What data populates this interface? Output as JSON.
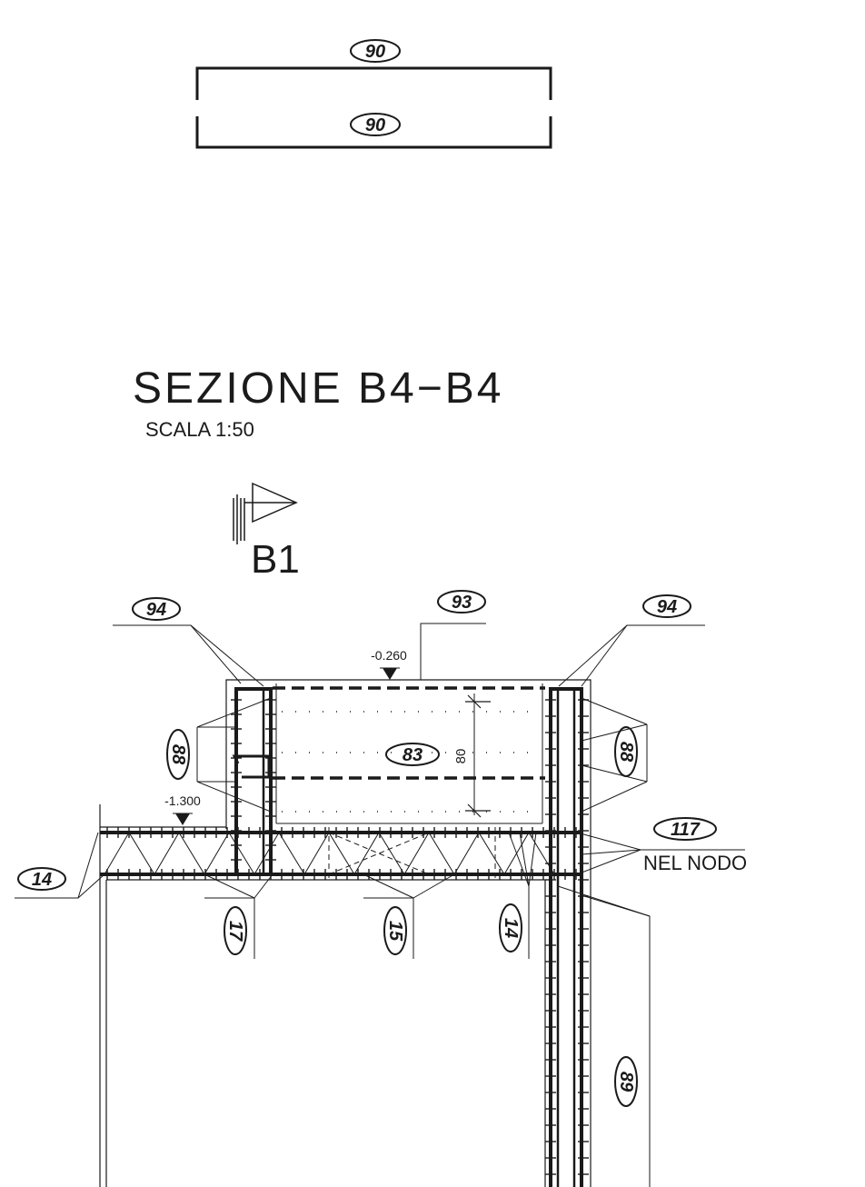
{
  "title": "SEZIONE B4−B4",
  "scale": "SCALA 1:50",
  "section_reference": "B1",
  "marks": {
    "top_detail_upper": "90",
    "top_detail_lower": "90",
    "left_top": "94",
    "top_center": "93",
    "right_top": "94",
    "left_side": "88",
    "center": "83",
    "right_side": "88",
    "right_mid": "117",
    "left_bottom": "14",
    "bottom_1": "17",
    "bottom_2": "15",
    "bottom_3": "14",
    "right_bottom": "89"
  },
  "elevations": {
    "top": "-0.260",
    "left": "-1.300"
  },
  "dimension": "80",
  "note": "NEL NODO"
}
